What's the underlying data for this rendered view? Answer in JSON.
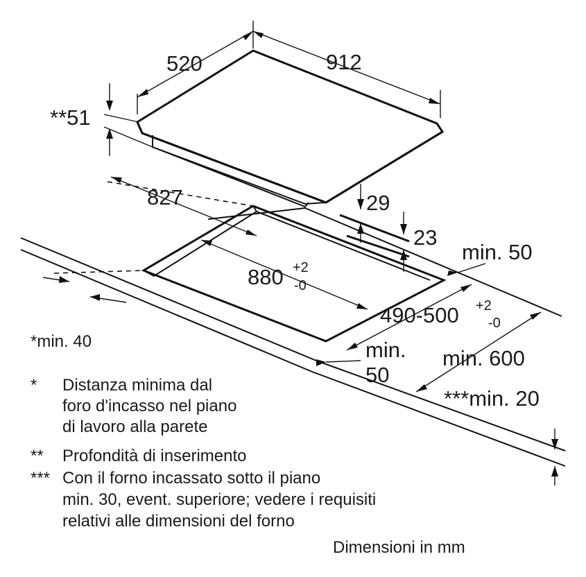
{
  "dimensions": {
    "hob_depth": "520",
    "hob_width": "912",
    "insertion_depth": "**51",
    "cutout_depth_dashed": "827",
    "glass_thickness": "29",
    "frame_height": "23",
    "cutout_width": "880",
    "cutout_width_tol_plus": "+2",
    "cutout_width_tol_minus": "-0",
    "cutout_depth": "490-500",
    "cutout_depth_tol_plus": "+2",
    "cutout_depth_tol_minus": "-0",
    "min_front": "min. 50",
    "min_rear_line1": "min.",
    "min_rear_line2": "50",
    "min_worktop": "min. 600",
    "min_oven": "***min. 20",
    "min_wall": "*min. 40"
  },
  "notes": [
    {
      "marker": "*",
      "lines": [
        "Distanza minima dal",
        "foro d'incasso nel piano",
        "di lavoro alla parete"
      ]
    },
    {
      "marker": "**",
      "lines": [
        "Profondità di inserimento"
      ]
    },
    {
      "marker": "***",
      "lines": [
        "Con il forno incassato sotto il piano",
        "min. 30, event. superiore; vedere i requisiti",
        "relativi alle dimensioni del forno"
      ]
    }
  ],
  "units_caption": "Dimensioni in mm"
}
